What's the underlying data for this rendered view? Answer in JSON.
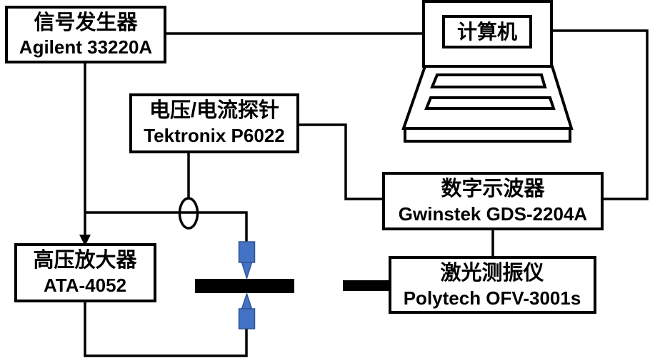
{
  "colors": {
    "line": "#000000",
    "background": "#ffffff",
    "piezo_fill": "#4472c4",
    "piezo_stroke": "#2f5597"
  },
  "nodes": {
    "signal_generator": {
      "name": "信号发生器",
      "model": "Agilent 33220A"
    },
    "computer": {
      "name": "计算机"
    },
    "voltage_current_probe": {
      "name": "电压/电流探针",
      "model": "Tektronix P6022"
    },
    "oscilloscope": {
      "name": "数字示波器",
      "model": "Gwinstek GDS-2204A"
    },
    "hv_amplifier": {
      "name": "高压放大器",
      "model": "ATA-4052"
    },
    "laser_vibrometer": {
      "name": "激光测振仪",
      "model": "Polytech OFV-3001s"
    }
  }
}
